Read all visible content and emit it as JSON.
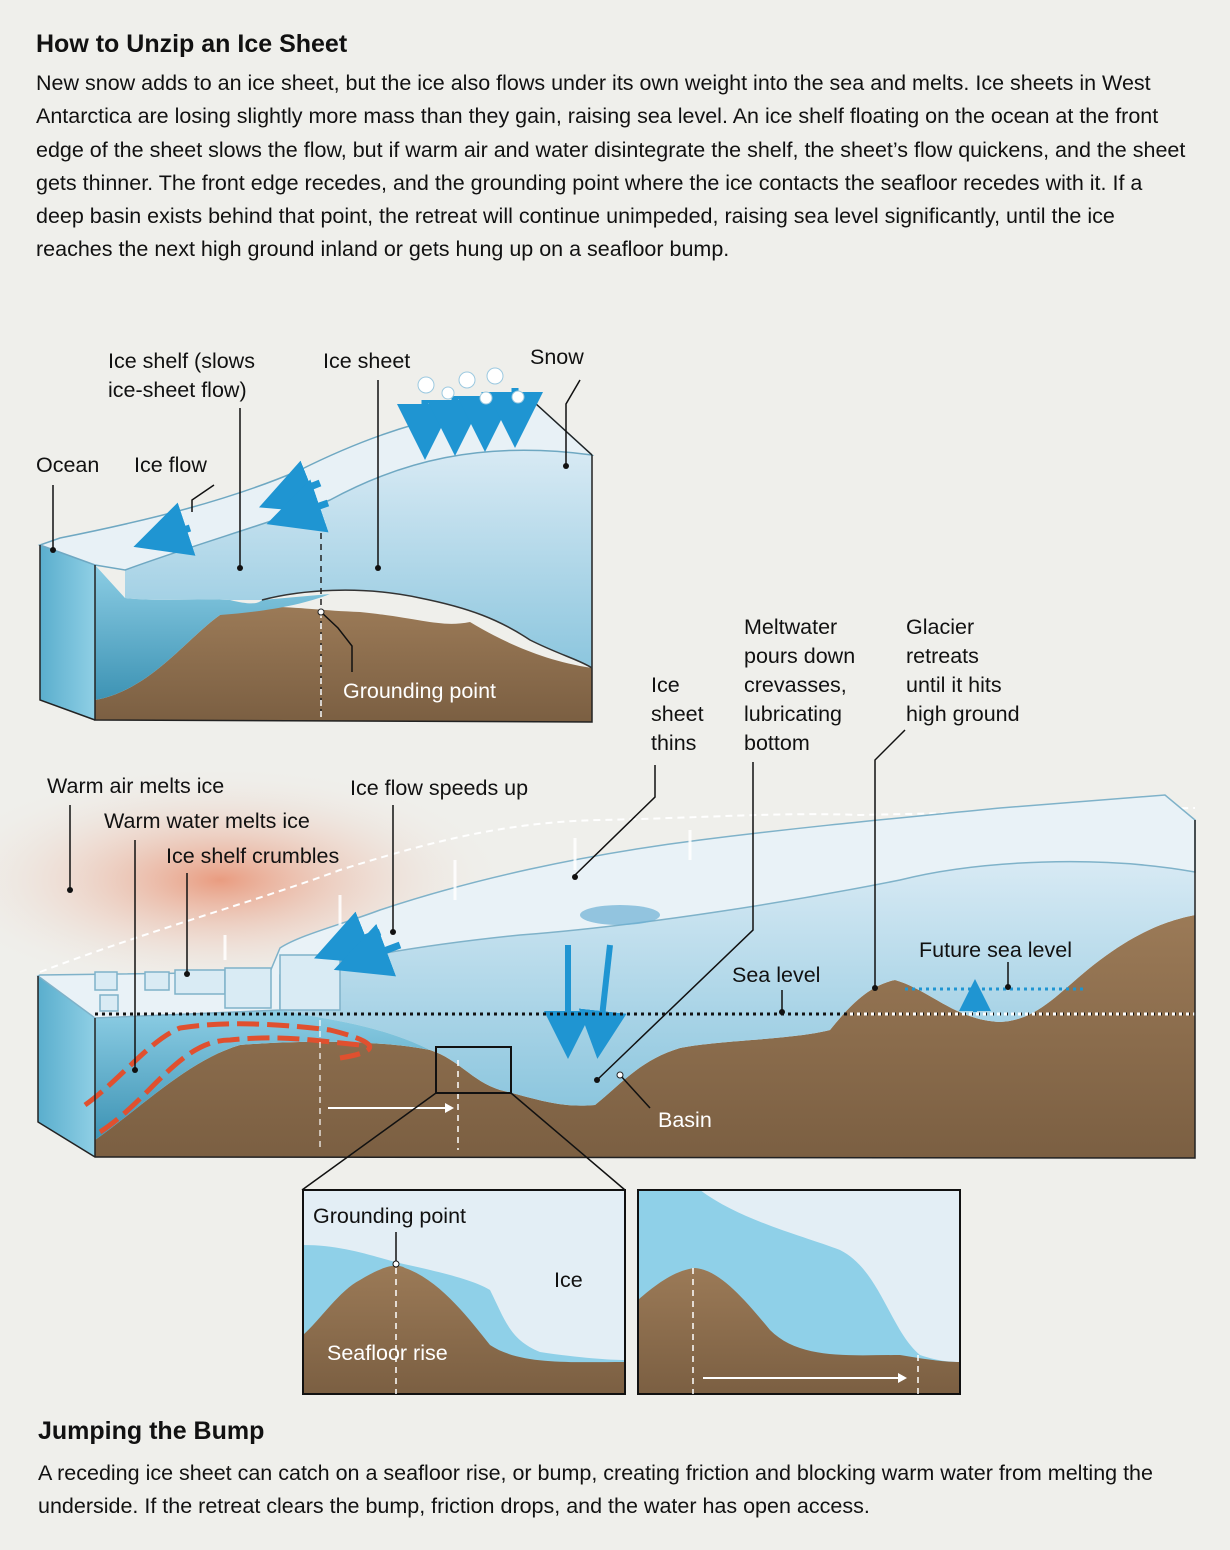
{
  "header": {
    "title": "How to Unzip an Ice Sheet",
    "intro": "New snow adds to an ice sheet, but the ice also flows under its own weight into the sea and melts. Ice sheets in West Antarctica are losing slightly more mass than they gain, raising sea level. An ice shelf floating on the ocean at the front edge of the sheet slows the flow, but if warm air and water disintegrate the shelf, the sheet’s flow quickens, and the sheet gets thinner. The front edge recedes, and the grounding point where the ice contacts the seafloor recedes with it. If a deep basin exists behind that point, the retreat will continue unimpeded, raising sea level significantly, until the ice reaches the next high ground inland or gets hung up on a seafloor bump."
  },
  "top_diagram": {
    "ice_shelf_line1": "Ice shelf (slows",
    "ice_shelf_line2": "ice-sheet flow)",
    "ice_sheet": "Ice sheet",
    "snow": "Snow",
    "ocean": "Ocean",
    "ice_flow": "Ice flow",
    "grounding_point": "Grounding point"
  },
  "main_diagram": {
    "warm_air": "Warm air melts ice",
    "warm_water": "Warm water melts ice",
    "ice_shelf_crumbles": "Ice shelf crumbles",
    "ice_flow_speeds": "Ice flow speeds up",
    "thins": [
      "Ice",
      "sheet",
      "thins"
    ],
    "meltwater": [
      "Meltwater",
      "pours down",
      "crevasses,",
      "lubricating",
      "bottom"
    ],
    "glacier": [
      "Glacier",
      "retreats",
      "until it hits",
      "high ground"
    ],
    "sea_level": "Sea level",
    "future_sea_level": "Future sea level",
    "basin": "Basin"
  },
  "inset": {
    "grounding_point": "Grounding point",
    "ice": "Ice",
    "seafloor_rise": "Seafloor rise"
  },
  "footer": {
    "title": "Jumping the Bump",
    "body": "A receding ice sheet can catch on a seafloor rise, or bump, creating friction and blocking warm water from melting the underside. If the retreat clears the bump, friction drops, and the water has open access."
  },
  "colors": {
    "background": "#efefeb",
    "ice": "#e3eef5",
    "ice_deep": "#a9d3e6",
    "water": "#7cc4de",
    "seafloor": "#8e6f4e",
    "warm_air": "#e89a7e",
    "warm_water_arrow": "#e0502f",
    "flow_arrow": "#1f95d2"
  }
}
